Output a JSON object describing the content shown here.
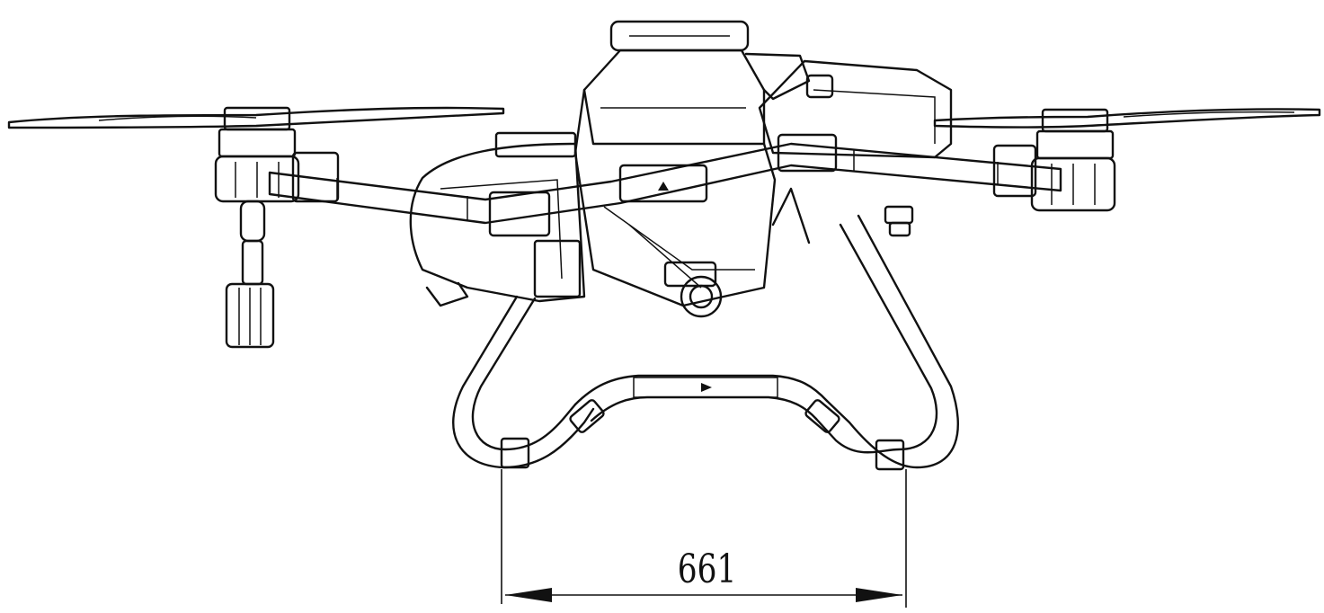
{
  "dimension": {
    "value": "661"
  },
  "colors": {
    "line": "#111111",
    "background": "#ffffff"
  },
  "icons": [
    "drone-body",
    "propeller",
    "motor",
    "arm",
    "landing-gear",
    "spray-nozzle",
    "dimension-arrow"
  ]
}
